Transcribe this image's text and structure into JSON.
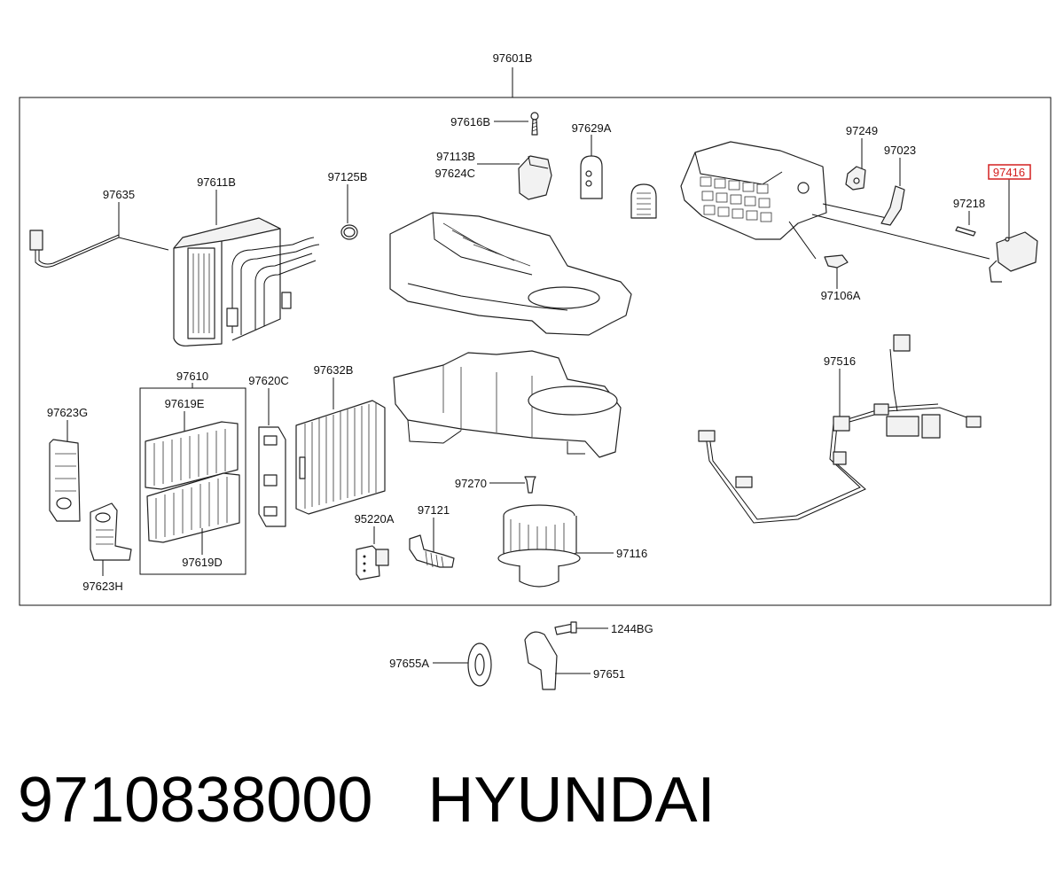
{
  "diagram": {
    "assembly_label": "97601B",
    "highlight_color": "#d42020",
    "labels": {
      "p97616B": "97616B",
      "p97629A": "97629A",
      "p97113B": "97113B",
      "p97624C": "97624C",
      "p97635": "97635",
      "p97611B": "97611B",
      "p97125B": "97125B",
      "p97249": "97249",
      "p97023": "97023",
      "p97416": "97416",
      "p97218": "97218",
      "p97106A": "97106A",
      "p97516": "97516",
      "p97610": "97610",
      "p97619E": "97619E",
      "p97620C": "97620C",
      "p97632B": "97632B",
      "p97623G": "97623G",
      "p97619D": "97619D",
      "p97623H": "97623H",
      "p97270": "97270",
      "p97121": "97121",
      "p95220A": "95220A",
      "p97116": "97116",
      "p1244BG": "1244BG",
      "p97655A": "97655A",
      "p97651": "97651"
    }
  },
  "footer": {
    "part_number": "9710838000",
    "brand": "HYUNDAI"
  }
}
